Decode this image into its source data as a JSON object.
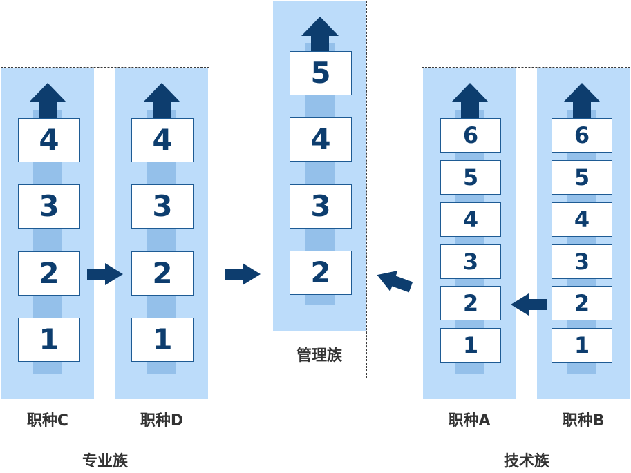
{
  "groups": {
    "professional": {
      "name": "专业族",
      "job_c": {
        "name": "职种C",
        "levels": [
          "4",
          "3",
          "2",
          "1"
        ]
      },
      "job_d": {
        "name": "职种D",
        "levels": [
          "4",
          "3",
          "2",
          "1"
        ]
      }
    },
    "management": {
      "name": "管理族",
      "levels": [
        "5",
        "4",
        "3",
        "2"
      ]
    },
    "technical": {
      "name": "技术族",
      "job_a": {
        "name": "职种A",
        "levels": [
          "6",
          "5",
          "4",
          "3",
          "2",
          "1"
        ]
      },
      "job_b": {
        "name": "职种B",
        "levels": [
          "6",
          "5",
          "4",
          "3",
          "2",
          "1"
        ]
      }
    }
  },
  "colors": {
    "column_fill": "#bcdcfa",
    "track_fill": "#94c0ea",
    "arrow": "#0d3d6e",
    "box_border": "#1e5b94"
  },
  "icons": [
    "up-arrow-icon",
    "right-arrow-icon",
    "left-arrow-icon"
  ]
}
